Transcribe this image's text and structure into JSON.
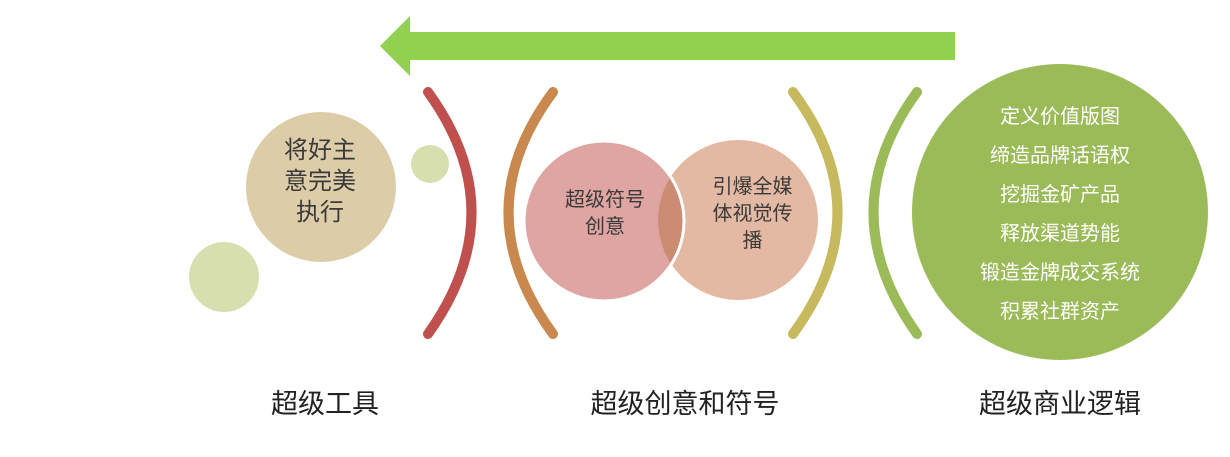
{
  "colors": {
    "arrow": "#92d050",
    "tool_circle": "#ddcca8",
    "small_circle": "#d7dfae",
    "symbol_circle": "#dea5a3",
    "media_circle": "#e3b9a3",
    "overlap": "#cc8c74",
    "logic_circle": "#9bbb59",
    "bracket_red": "#c0504d",
    "bracket_orange": "#c8884e",
    "bracket_olive": "#c6b95e",
    "bracket_green": "#9bbb59"
  },
  "tool_circle": {
    "lines": [
      "将好主",
      "意完美",
      "执行"
    ]
  },
  "symbol_circle": {
    "lines": [
      "超级符号",
      "创意"
    ]
  },
  "media_circle": {
    "lines": [
      "引爆全媒",
      "体视觉传",
      "播"
    ]
  },
  "logic_circle": {
    "items": [
      "定义价值版图",
      "缔造品牌话语权",
      "挖掘金矿产品",
      "释放渠道势能",
      "锻造金牌成交系统",
      "积累社群资产"
    ]
  },
  "labels": {
    "tool": "超级工具",
    "creative": "超级创意和符号",
    "logic": "超级商业逻辑"
  }
}
